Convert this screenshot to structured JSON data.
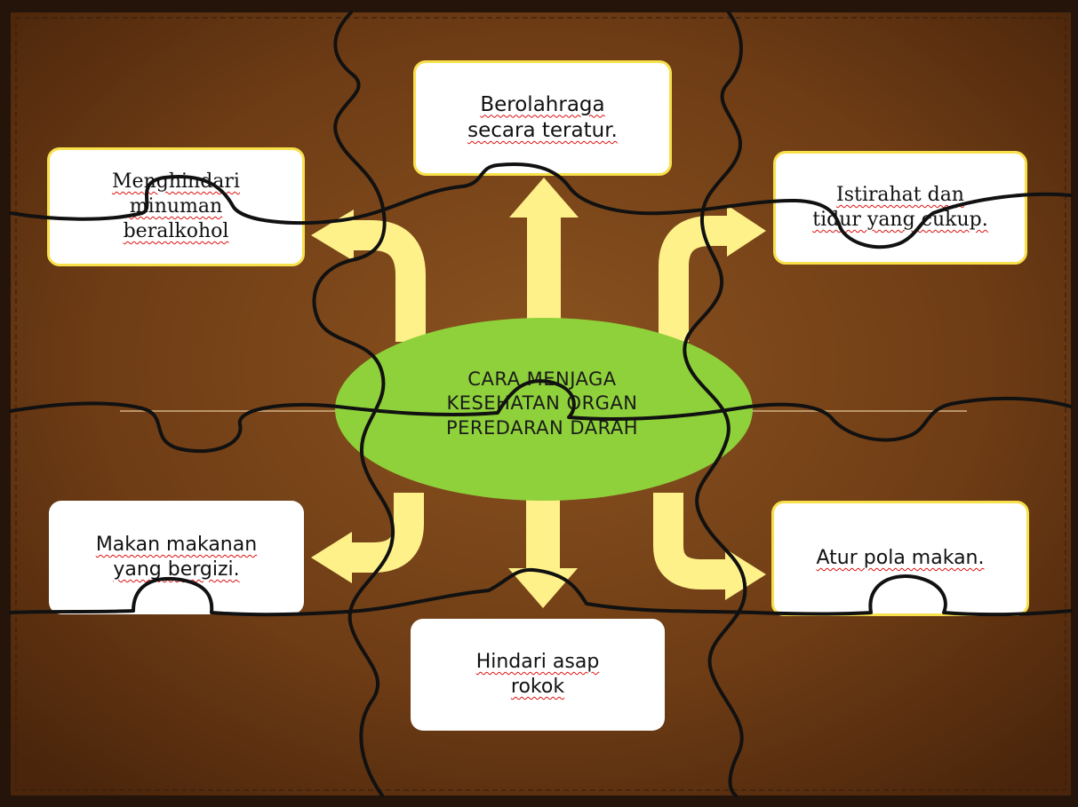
{
  "center": {
    "title": "CARA MENJAGA\nKESEHATAN ORGAN\nPEREDARAN DARAH"
  },
  "boxes": {
    "top": "Berolahraga secara teratur.",
    "top_left": "Menghindari minuman beralkohol",
    "top_right": "Istirahat dan tidur yang cukup.",
    "bottom_left": "Makan makanan yang bergizi.",
    "bottom_right": "Atur pola makan.",
    "bottom": "Hindari asap rokok"
  },
  "colors": {
    "background": "#6b3a16",
    "frame": "#2a1708",
    "ellipse": "#8fd13a",
    "arrow": "#fff18a",
    "box_border": "#f7e04a",
    "puzzle_line": "#111111"
  }
}
